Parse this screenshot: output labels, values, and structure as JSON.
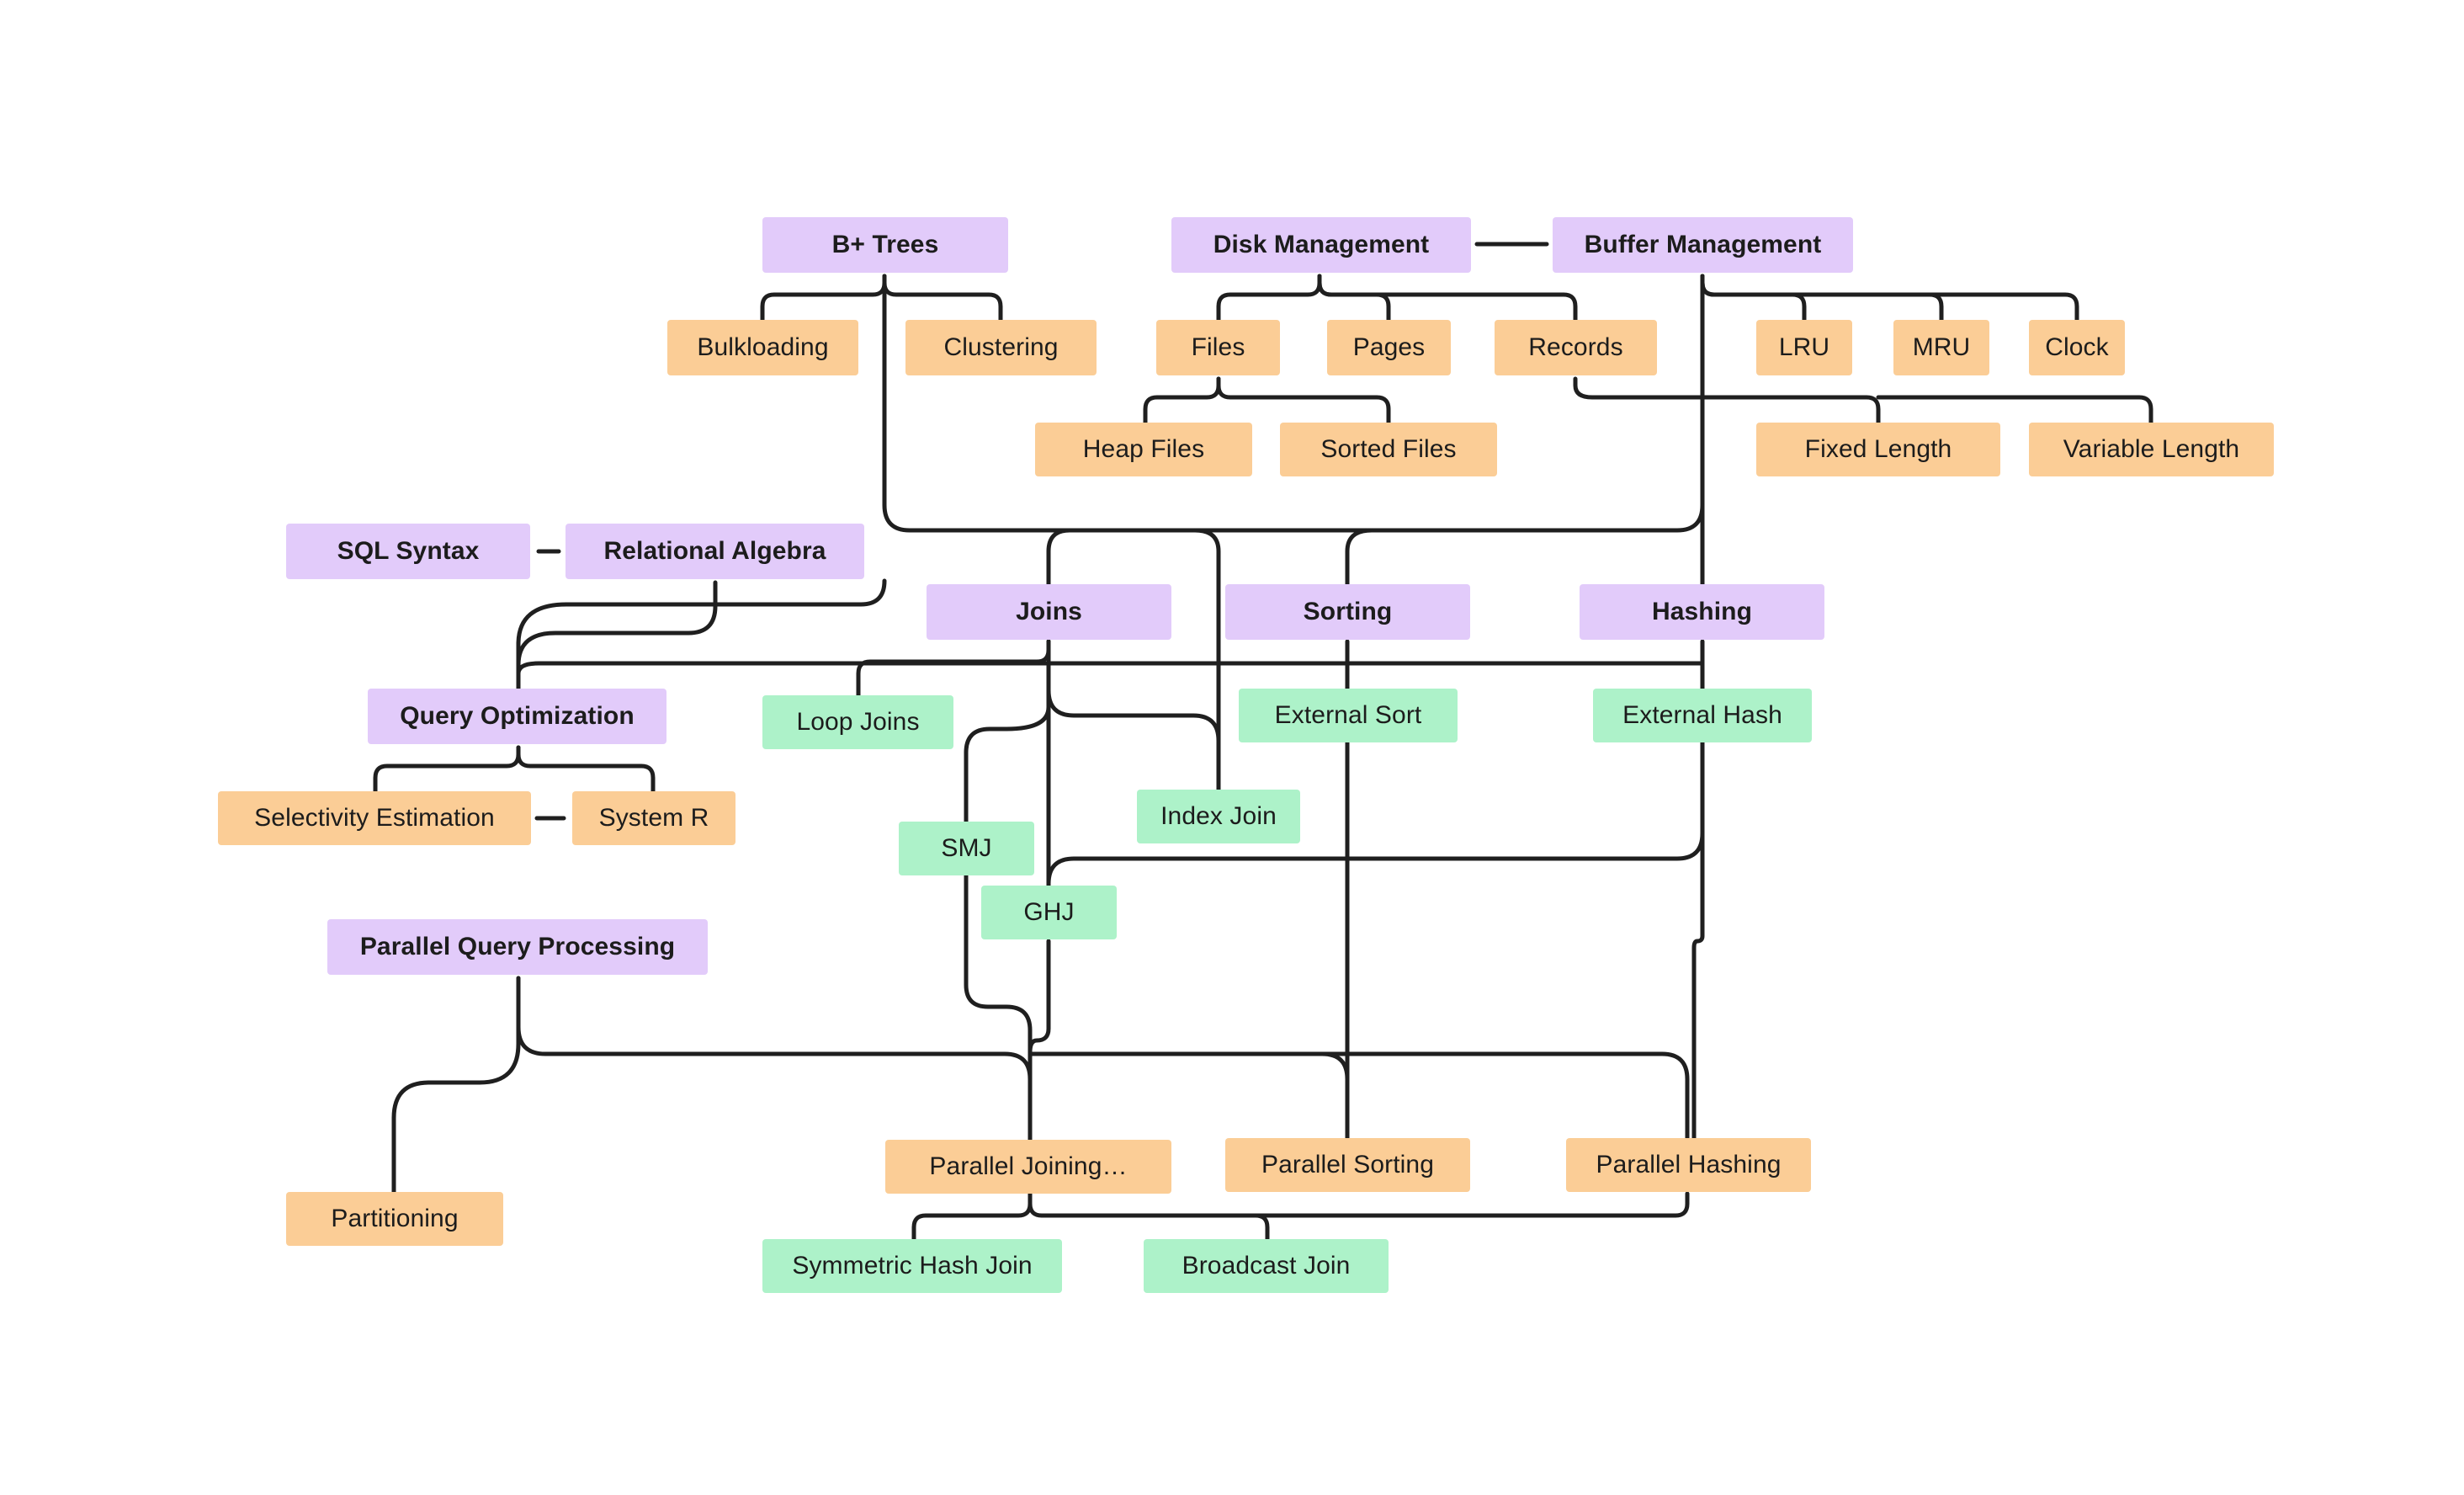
{
  "colors": {
    "concept": "#e2cbfa",
    "subtopic": "#fbcd96",
    "algorithm": "#adf2c9",
    "line": "#1f1f1f"
  },
  "nodes": {
    "b_trees": "B+ Trees",
    "disk_management": "Disk Management",
    "buffer_management": "Buffer Management",
    "bulkloading": "Bulkloading",
    "clustering": "Clustering",
    "files": "Files",
    "pages": "Pages",
    "records": "Records",
    "lru": "LRU",
    "mru": "MRU",
    "clock": "Clock",
    "heap_files": "Heap Files",
    "sorted_files": "Sorted Files",
    "fixed_length": "Fixed Length",
    "variable_length": "Variable Length",
    "sql_syntax": "SQL Syntax",
    "relational_algebra": "Relational Algebra",
    "joins": "Joins",
    "sorting": "Sorting",
    "hashing": "Hashing",
    "query_optimization": "Query Optimization",
    "loop_joins": "Loop Joins",
    "external_sort": "External Sort",
    "external_hash": "External Hash",
    "selectivity_estimation": "Selectivity Estimation",
    "system_r": "System R",
    "index_join": "Index Join",
    "smj": "SMJ",
    "ghj": "GHJ",
    "parallel_query_processing": "Parallel Query Processing",
    "parallel_joining": "Parallel Joining…",
    "parallel_sorting": "Parallel Sorting",
    "parallel_hashing": "Parallel Hashing",
    "partitioning": "Partitioning",
    "symmetric_hash_join": "Symmetric Hash Join",
    "broadcast_join": "Broadcast Join"
  }
}
